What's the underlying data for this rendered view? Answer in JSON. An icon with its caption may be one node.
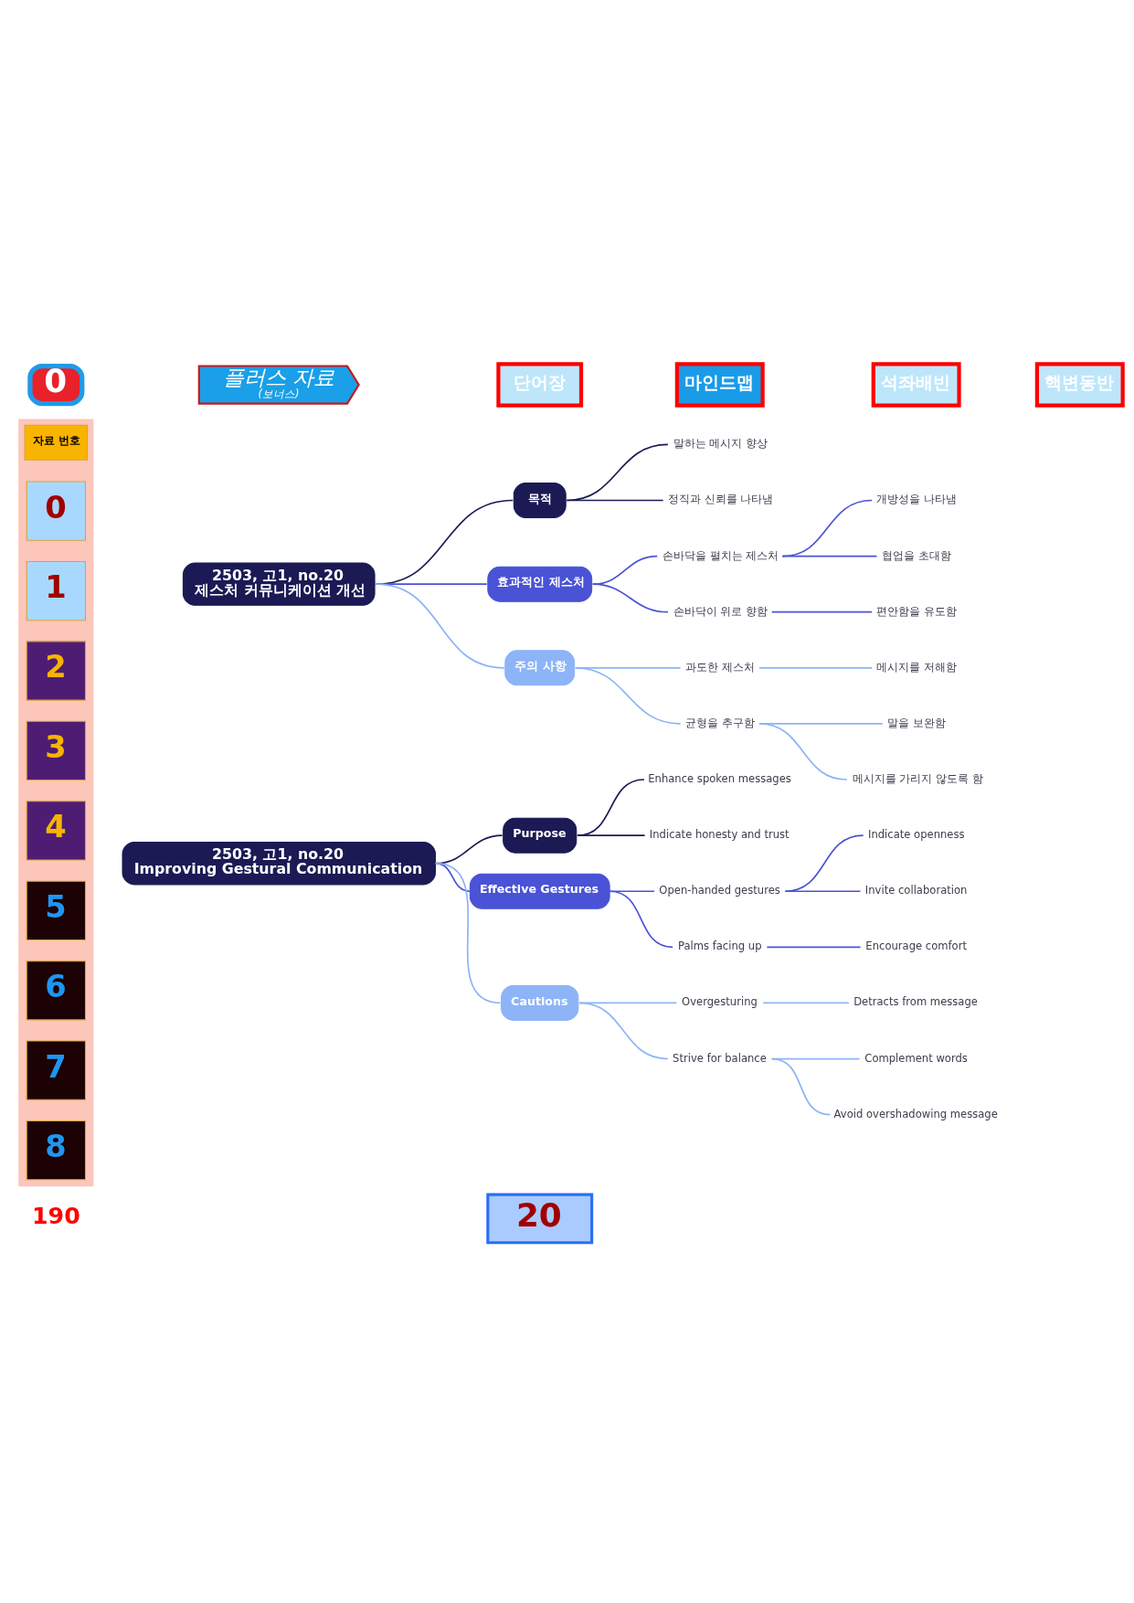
{
  "diagram": {
    "nodes": [
      {
        "text": [
          "0"
        ]
      },
      {
        "text": [
          "플러스 자료",
          "(보너스)"
        ]
      },
      {
        "text": [
          "단어장"
        ]
      },
      {
        "text": [
          "마인드맵"
        ]
      },
      {
        "text": [
          "석좌배빈"
        ]
      },
      {
        "text": [
          "핵변동반"
        ]
      },
      {
        "text": [],
        "shape": "box"
      },
      {
        "text": [
          "자료 번호"
        ],
        "in": 6
      },
      {
        "text": [
          "0"
        ],
        "in": 6
      },
      {
        "text": [
          "1"
        ],
        "in": 6
      },
      {
        "text": [
          "2"
        ],
        "in": 6
      },
      {
        "text": [
          "3"
        ],
        "in": 6
      },
      {
        "text": [
          "4"
        ],
        "in": 6
      },
      {
        "text": [
          "5"
        ],
        "in": 6
      },
      {
        "text": [
          "6"
        ],
        "in": 6
      },
      {
        "text": [
          "7"
        ],
        "in": 6
      },
      {
        "text": [
          "8"
        ],
        "in": 6
      },
      {
        "text": [
          "2503, 고1, no.20",
          "제스처 커뮤니케이션 개선"
        ]
      },
      {
        "text": [
          "목적"
        ]
      },
      {
        "text": [
          "말하는 메시지 향상"
        ]
      },
      {
        "text": [
          "정직과 신뢰를 나타냄"
        ]
      },
      {
        "text": [
          "효과적인 제스처"
        ]
      },
      {
        "text": [
          "손바닥을 펼치는 제스처"
        ]
      },
      {
        "text": [
          "개방성을 나타냄"
        ]
      },
      {
        "text": [
          "협업을 초대함"
        ]
      },
      {
        "text": [
          "손바닥이 위로 향함"
        ]
      },
      {
        "text": [
          "편안함을 유도함"
        ]
      },
      {
        "text": [
          "주의 사항"
        ]
      },
      {
        "text": [
          "과도한 제스처"
        ]
      },
      {
        "text": [
          "메시지를 저해함"
        ]
      },
      {
        "text": [
          "균형을 추구함"
        ]
      },
      {
        "text": [
          "말을 보완함"
        ]
      },
      {
        "text": [
          "메시지를 가리지 않도록 함"
        ]
      },
      {
        "text": [
          "2503, 고1, no.20",
          "Improving Gestural Communication"
        ]
      },
      {
        "text": [
          "Purpose"
        ]
      },
      {
        "text": [
          "Enhance spoken messages"
        ]
      },
      {
        "text": [
          "Indicate honesty and trust"
        ]
      },
      {
        "text": [
          "Effective Gestures"
        ]
      },
      {
        "text": [
          "Open-handed gestures"
        ]
      },
      {
        "text": [
          "Indicate openness"
        ]
      },
      {
        "text": [
          "Invite collaboration"
        ]
      },
      {
        "text": [
          "Palms facing up"
        ]
      },
      {
        "text": [
          "Encourage comfort"
        ]
      },
      {
        "text": [
          "Cautions"
        ]
      },
      {
        "text": [
          "Overgesturing"
        ]
      },
      {
        "text": [
          "Detracts from message"
        ]
      },
      {
        "text": [
          "Strive for balance"
        ]
      },
      {
        "text": [
          "Complement words"
        ]
      },
      {
        "text": [
          "Avoid overshadowing message"
        ]
      },
      {
        "text": [
          "20"
        ]
      }
    ],
    "edges": [
      {
        "from": 17,
        "to": 18,
        "arrow": "none",
        "color": "#1b1a55"
      },
      {
        "from": 18,
        "to": 19,
        "arrow": "none",
        "color": "#1b1a55"
      },
      {
        "from": 18,
        "to": 20,
        "arrow": "none",
        "color": "#1b1a55"
      },
      {
        "from": 17,
        "to": 21,
        "arrow": "none",
        "color": "#4a52d6"
      },
      {
        "from": 21,
        "to": 22,
        "arrow": "none",
        "color": "#4a52d6"
      },
      {
        "from": 22,
        "to": 23,
        "arrow": "none",
        "color": "#4a52d6"
      },
      {
        "from": 22,
        "to": 24,
        "arrow": "none",
        "color": "#4a52d6"
      },
      {
        "from": 21,
        "to": 25,
        "arrow": "none",
        "color": "#4a52d6"
      },
      {
        "from": 25,
        "to": 26,
        "arrow": "none",
        "color": "#4a52d6"
      },
      {
        "from": 17,
        "to": 27,
        "arrow": "none",
        "color": "#8db4f7"
      },
      {
        "from": 27,
        "to": 28,
        "arrow": "none",
        "color": "#8db4f7"
      },
      {
        "from": 28,
        "to": 29,
        "arrow": "none",
        "color": "#8db4f7"
      },
      {
        "from": 27,
        "to": 30,
        "arrow": "none",
        "color": "#8db4f7"
      },
      {
        "from": 30,
        "to": 31,
        "arrow": "none",
        "color": "#8db4f7"
      },
      {
        "from": 30,
        "to": 32,
        "arrow": "none",
        "color": "#8db4f7"
      },
      {
        "from": 33,
        "to": 34,
        "arrow": "none",
        "color": "#1b1a55"
      },
      {
        "from": 34,
        "to": 35,
        "arrow": "none",
        "color": "#1b1a55"
      },
      {
        "from": 34,
        "to": 36,
        "arrow": "none",
        "color": "#1b1a55"
      },
      {
        "from": 33,
        "to": 37,
        "arrow": "none",
        "color": "#4a52d6"
      },
      {
        "from": 37,
        "to": 38,
        "arrow": "none",
        "color": "#4a52d6"
      },
      {
        "from": 38,
        "to": 39,
        "arrow": "none",
        "color": "#4a52d6"
      },
      {
        "from": 38,
        "to": 40,
        "arrow": "none",
        "color": "#4a52d6"
      },
      {
        "from": 37,
        "to": 41,
        "arrow": "none",
        "color": "#4a52d6"
      },
      {
        "from": 41,
        "to": 42,
        "arrow": "none",
        "color": "#4a52d6"
      },
      {
        "from": 33,
        "to": 43,
        "arrow": "none",
        "color": "#8db4f7"
      },
      {
        "from": 43,
        "to": 44,
        "arrow": "none",
        "color": "#8db4f7"
      },
      {
        "from": 44,
        "to": 45,
        "arrow": "none",
        "color": "#8db4f7"
      },
      {
        "from": 43,
        "to": 46,
        "arrow": "none",
        "color": "#8db4f7"
      },
      {
        "from": 46,
        "to": 47,
        "arrow": "none",
        "color": "#8db4f7"
      },
      {
        "from": 46,
        "to": 48,
        "arrow": "none",
        "color": "#8db4f7"
      }
    ],
    "labels": [
      "190"
    ]
  }
}
